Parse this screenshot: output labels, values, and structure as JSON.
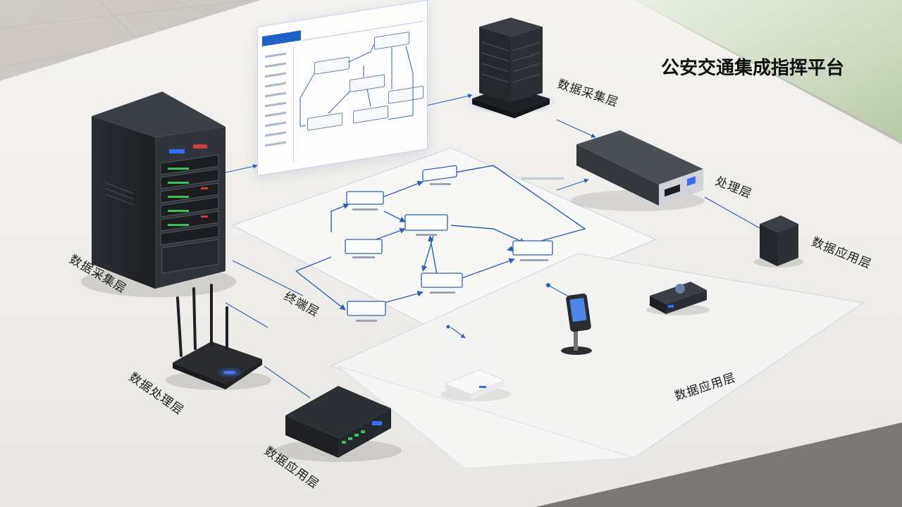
{
  "title": "公安交通集成指挥平台",
  "layer_labels": {
    "top_right_collection": "数据采集层",
    "processing_right": "处理层",
    "application_right": "数据应用层",
    "collection_left": "数据采集层",
    "terminal": "终端层",
    "processing_left": "数据处理层",
    "application_bottom_left": "数据应用层",
    "application_bottom_center": "数据应用层"
  },
  "colors": {
    "accent_blue": "#1f5fc8",
    "line_blue": "#2f5fb3",
    "glow_blue": "#3a6bff",
    "device_dark": "#25282e",
    "table_surface": "#efede9"
  },
  "devices": [
    {
      "name": "tower-server-rack",
      "icon": "server-rack-icon"
    },
    {
      "name": "wifi-router-black",
      "icon": "router-icon"
    },
    {
      "name": "edge-gateway-box",
      "icon": "gateway-icon"
    },
    {
      "name": "top-server-tower",
      "icon": "server-tower-icon"
    },
    {
      "name": "rack-unit-appliance",
      "icon": "appliance-icon"
    },
    {
      "name": "mini-nas",
      "icon": "nas-icon"
    },
    {
      "name": "encoder-box",
      "icon": "encoder-icon"
    },
    {
      "name": "handheld-terminal",
      "icon": "terminal-icon"
    },
    {
      "name": "wifi-router-white",
      "icon": "router-icon"
    }
  ]
}
